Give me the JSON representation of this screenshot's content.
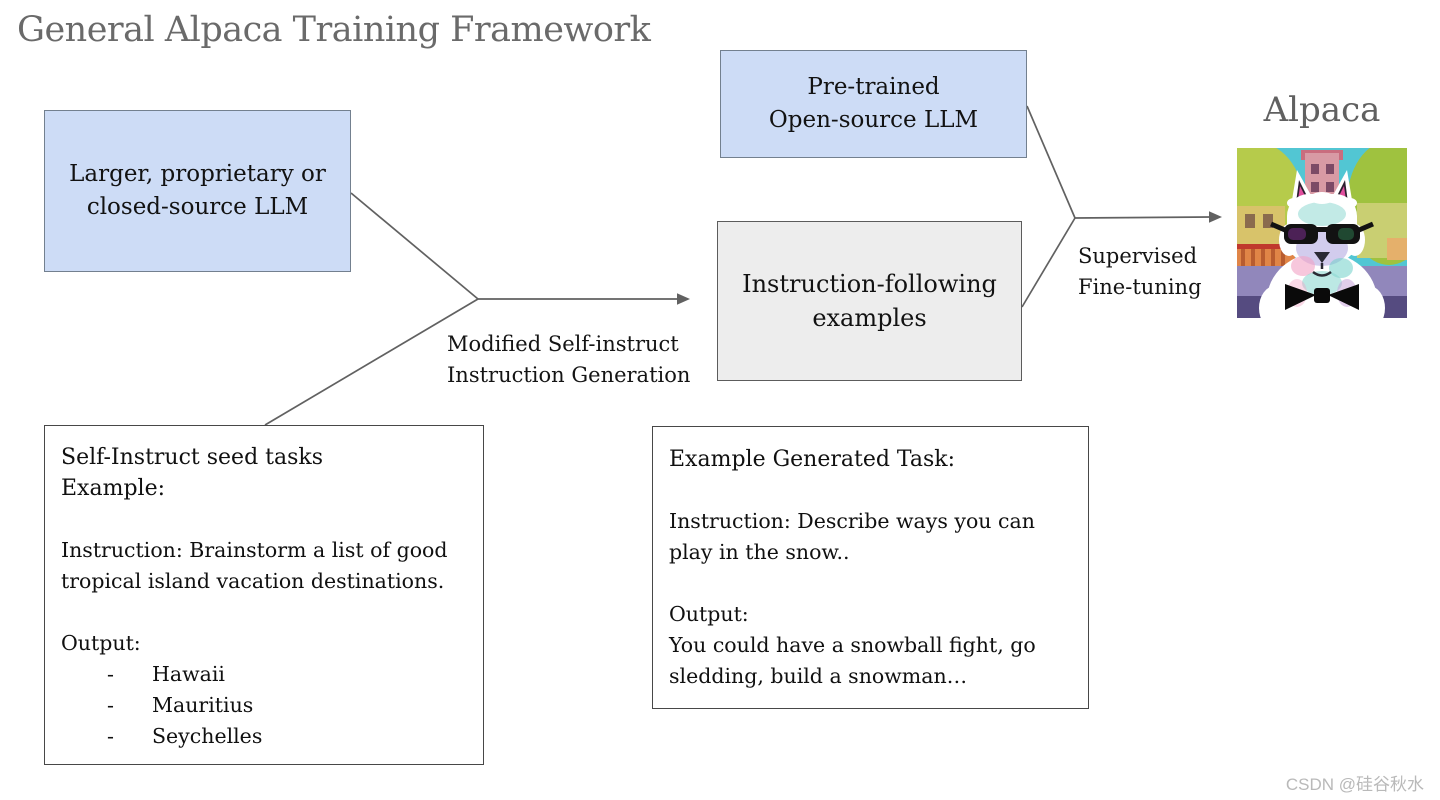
{
  "title": "General Alpaca Training Framework",
  "nodes": {
    "closed_llm": {
      "line1": "Larger, proprietary or",
      "line2": "closed-source LLM"
    },
    "open_llm": {
      "line1": "Pre-trained",
      "line2": "Open-source LLM"
    },
    "instruction_examples": {
      "line1": "Instruction-following",
      "line2": "examples"
    }
  },
  "edges": {
    "generation_label_line1": "Modified Self-instruct",
    "generation_label_line2": "Instruction Generation",
    "sft_label_line1": "Supervised",
    "sft_label_line2": "Fine-tuning"
  },
  "seed_box": {
    "heading_line1": "Self-Instruct seed tasks",
    "heading_line2": "Example:",
    "instruction_line1": "Instruction: Brainstorm a list of good",
    "instruction_line2": "tropical island vacation destinations.",
    "output_label": "Output:",
    "bullet_char": "-",
    "outputs": [
      "Hawaii",
      "Mauritius",
      "Seychelles"
    ]
  },
  "generated_box": {
    "heading": "Example Generated Task:",
    "instruction_line1": "Instruction: Describe ways you can",
    "instruction_line2": "play in the snow..",
    "output_label": "Output:",
    "output_line1": "You could have a snowball fight, go",
    "output_line2": "sledding, build a snowman…"
  },
  "alpaca": {
    "label": "Alpaca"
  },
  "watermark": "CSDN @硅谷秋水",
  "colors": {
    "node_blue_fill": "#cddcf6",
    "node_blue_border": "#73808f",
    "node_gray_fill": "#ededed",
    "box_border": "#474747",
    "connector": "#616161",
    "title_text": "#6a6a6a",
    "watermark_text": "#b9b9b9"
  }
}
